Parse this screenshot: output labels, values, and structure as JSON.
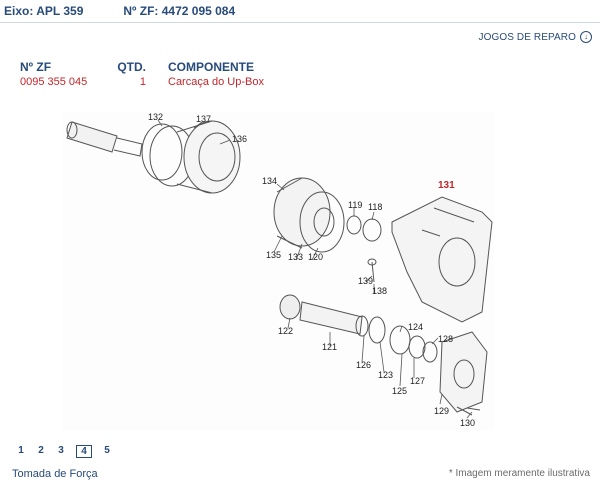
{
  "header": {
    "eixo": "Eixo: APL 359",
    "nzf": "Nº ZF: 4472 095 084"
  },
  "jogos_link": {
    "label": "JOGOS DE REPARO"
  },
  "table": {
    "col_zf": "Nº ZF",
    "col_qtd": "QTD.",
    "col_comp": "COMPONENTE",
    "rows": [
      {
        "zf": "0095 355 045",
        "qtd": "1",
        "comp": "Carcaça do Up-Box"
      }
    ]
  },
  "callouts": {
    "c131": "131",
    "c132": "132",
    "c137": "137",
    "c136": "136",
    "c134": "134",
    "c119": "119",
    "c118": "118",
    "c135": "135",
    "c133": "133",
    "c120": "120",
    "c139": "139",
    "c138": "138",
    "c122": "122",
    "c121": "121",
    "c124": "124",
    "c128": "128",
    "c126": "126",
    "c123": "123",
    "c127": "127",
    "c125": "125",
    "c129": "129",
    "c130": "130"
  },
  "pager": {
    "p1": "1",
    "p2": "2",
    "p3": "3",
    "p4": "4",
    "p5": "5"
  },
  "footer": {
    "left": "Tomada de Força",
    "right": "* Imagem meramente ilustrativa"
  },
  "colors": {
    "blue": "#274b7a",
    "red": "#c0262b"
  }
}
